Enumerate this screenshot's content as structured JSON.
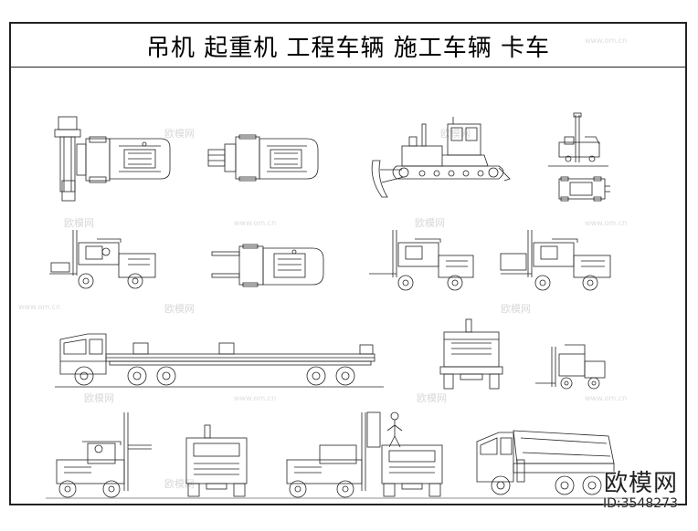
{
  "title": "吊机  起重机  工程车辆  施工车辆  卡车",
  "watermark": {
    "logo_text": "欧模网",
    "id_text": "ID:3548273",
    "faint_text": "欧模网",
    "faint_url": "www.om.cn"
  },
  "colors": {
    "line": "#222222",
    "background": "#ffffff",
    "watermark_faint": "#d8d8d8"
  }
}
